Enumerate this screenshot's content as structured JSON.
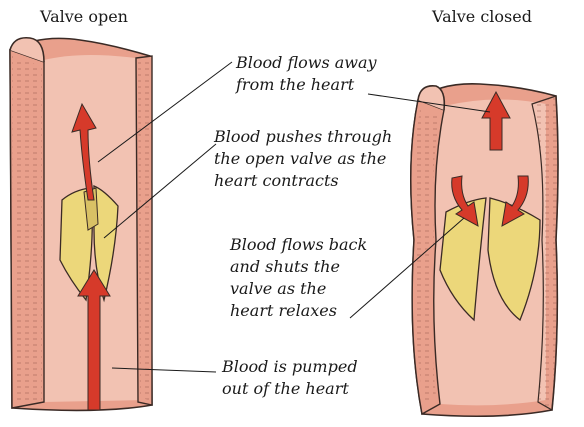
{
  "diagram": {
    "left_title": "Valve open",
    "right_title": "Valve closed",
    "labels": {
      "flows_away": "Blood flows away\nfrom the heart",
      "pushes_through": "Blood pushes through\nthe open valve as the\nheart contracts",
      "flows_back": "Blood flows back\nand shuts the\nvalve as the\nheart relaxes",
      "pumped_out": "Blood is pumped\nout of the heart"
    }
  },
  "colors": {
    "vein_wall": "#e9a08c",
    "vein_inner": "#f2c2b2",
    "vein_edge": "#3a2a25",
    "valve_flap": "#ecd77a",
    "arrow": "#d63a2a"
  }
}
